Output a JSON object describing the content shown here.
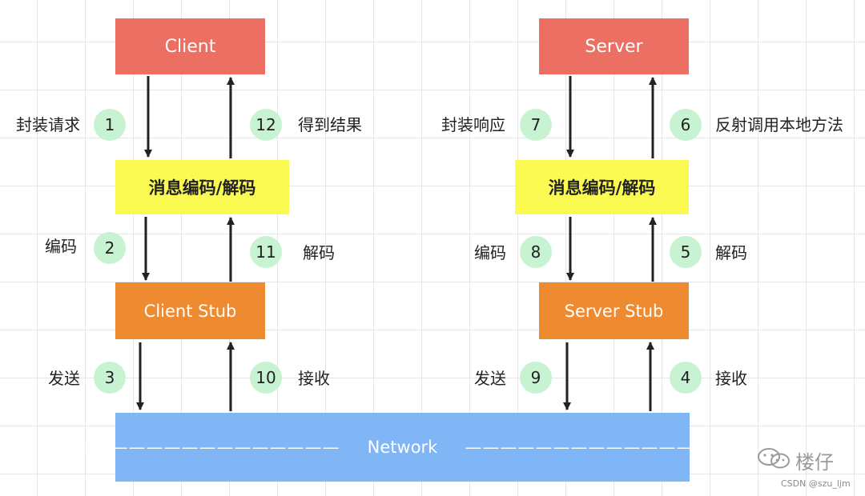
{
  "client": {
    "title": "Client",
    "codec": "消息编码/解码",
    "stub": "Client Stub",
    "steps": {
      "encapsulate_request": {
        "num": "1",
        "text": "封装请求"
      },
      "encode": {
        "num": "2",
        "text": "编码"
      },
      "send": {
        "num": "3",
        "text": "发送"
      },
      "receive": {
        "num": "10",
        "text": "接收"
      },
      "decode": {
        "num": "11",
        "text": "解码"
      },
      "get_result": {
        "num": "12",
        "text": "得到结果"
      }
    }
  },
  "server": {
    "title": "Server",
    "codec": "消息编码/解码",
    "stub": "Server Stub",
    "steps": {
      "receive": {
        "num": "4",
        "text": "接收"
      },
      "decode": {
        "num": "5",
        "text": "解码"
      },
      "reflect_call": {
        "num": "6",
        "text": "反射调用本地方法"
      },
      "encapsulate_response": {
        "num": "7",
        "text": "封装响应"
      },
      "encode": {
        "num": "8",
        "text": "编码"
      },
      "send": {
        "num": "9",
        "text": "发送"
      }
    }
  },
  "network": {
    "label": "Network",
    "dashes_left": "———————————————",
    "dashes_right": "———————————————"
  },
  "watermark": {
    "brand": "楼仔",
    "credit": "CSDN @szu_ljm"
  },
  "colors": {
    "node": "#ec6f64",
    "codec": "#fbfa52",
    "stub": "#ee8b30",
    "network": "#80b6f6",
    "badge": "#c8f3d2",
    "arrow": "#222222"
  }
}
